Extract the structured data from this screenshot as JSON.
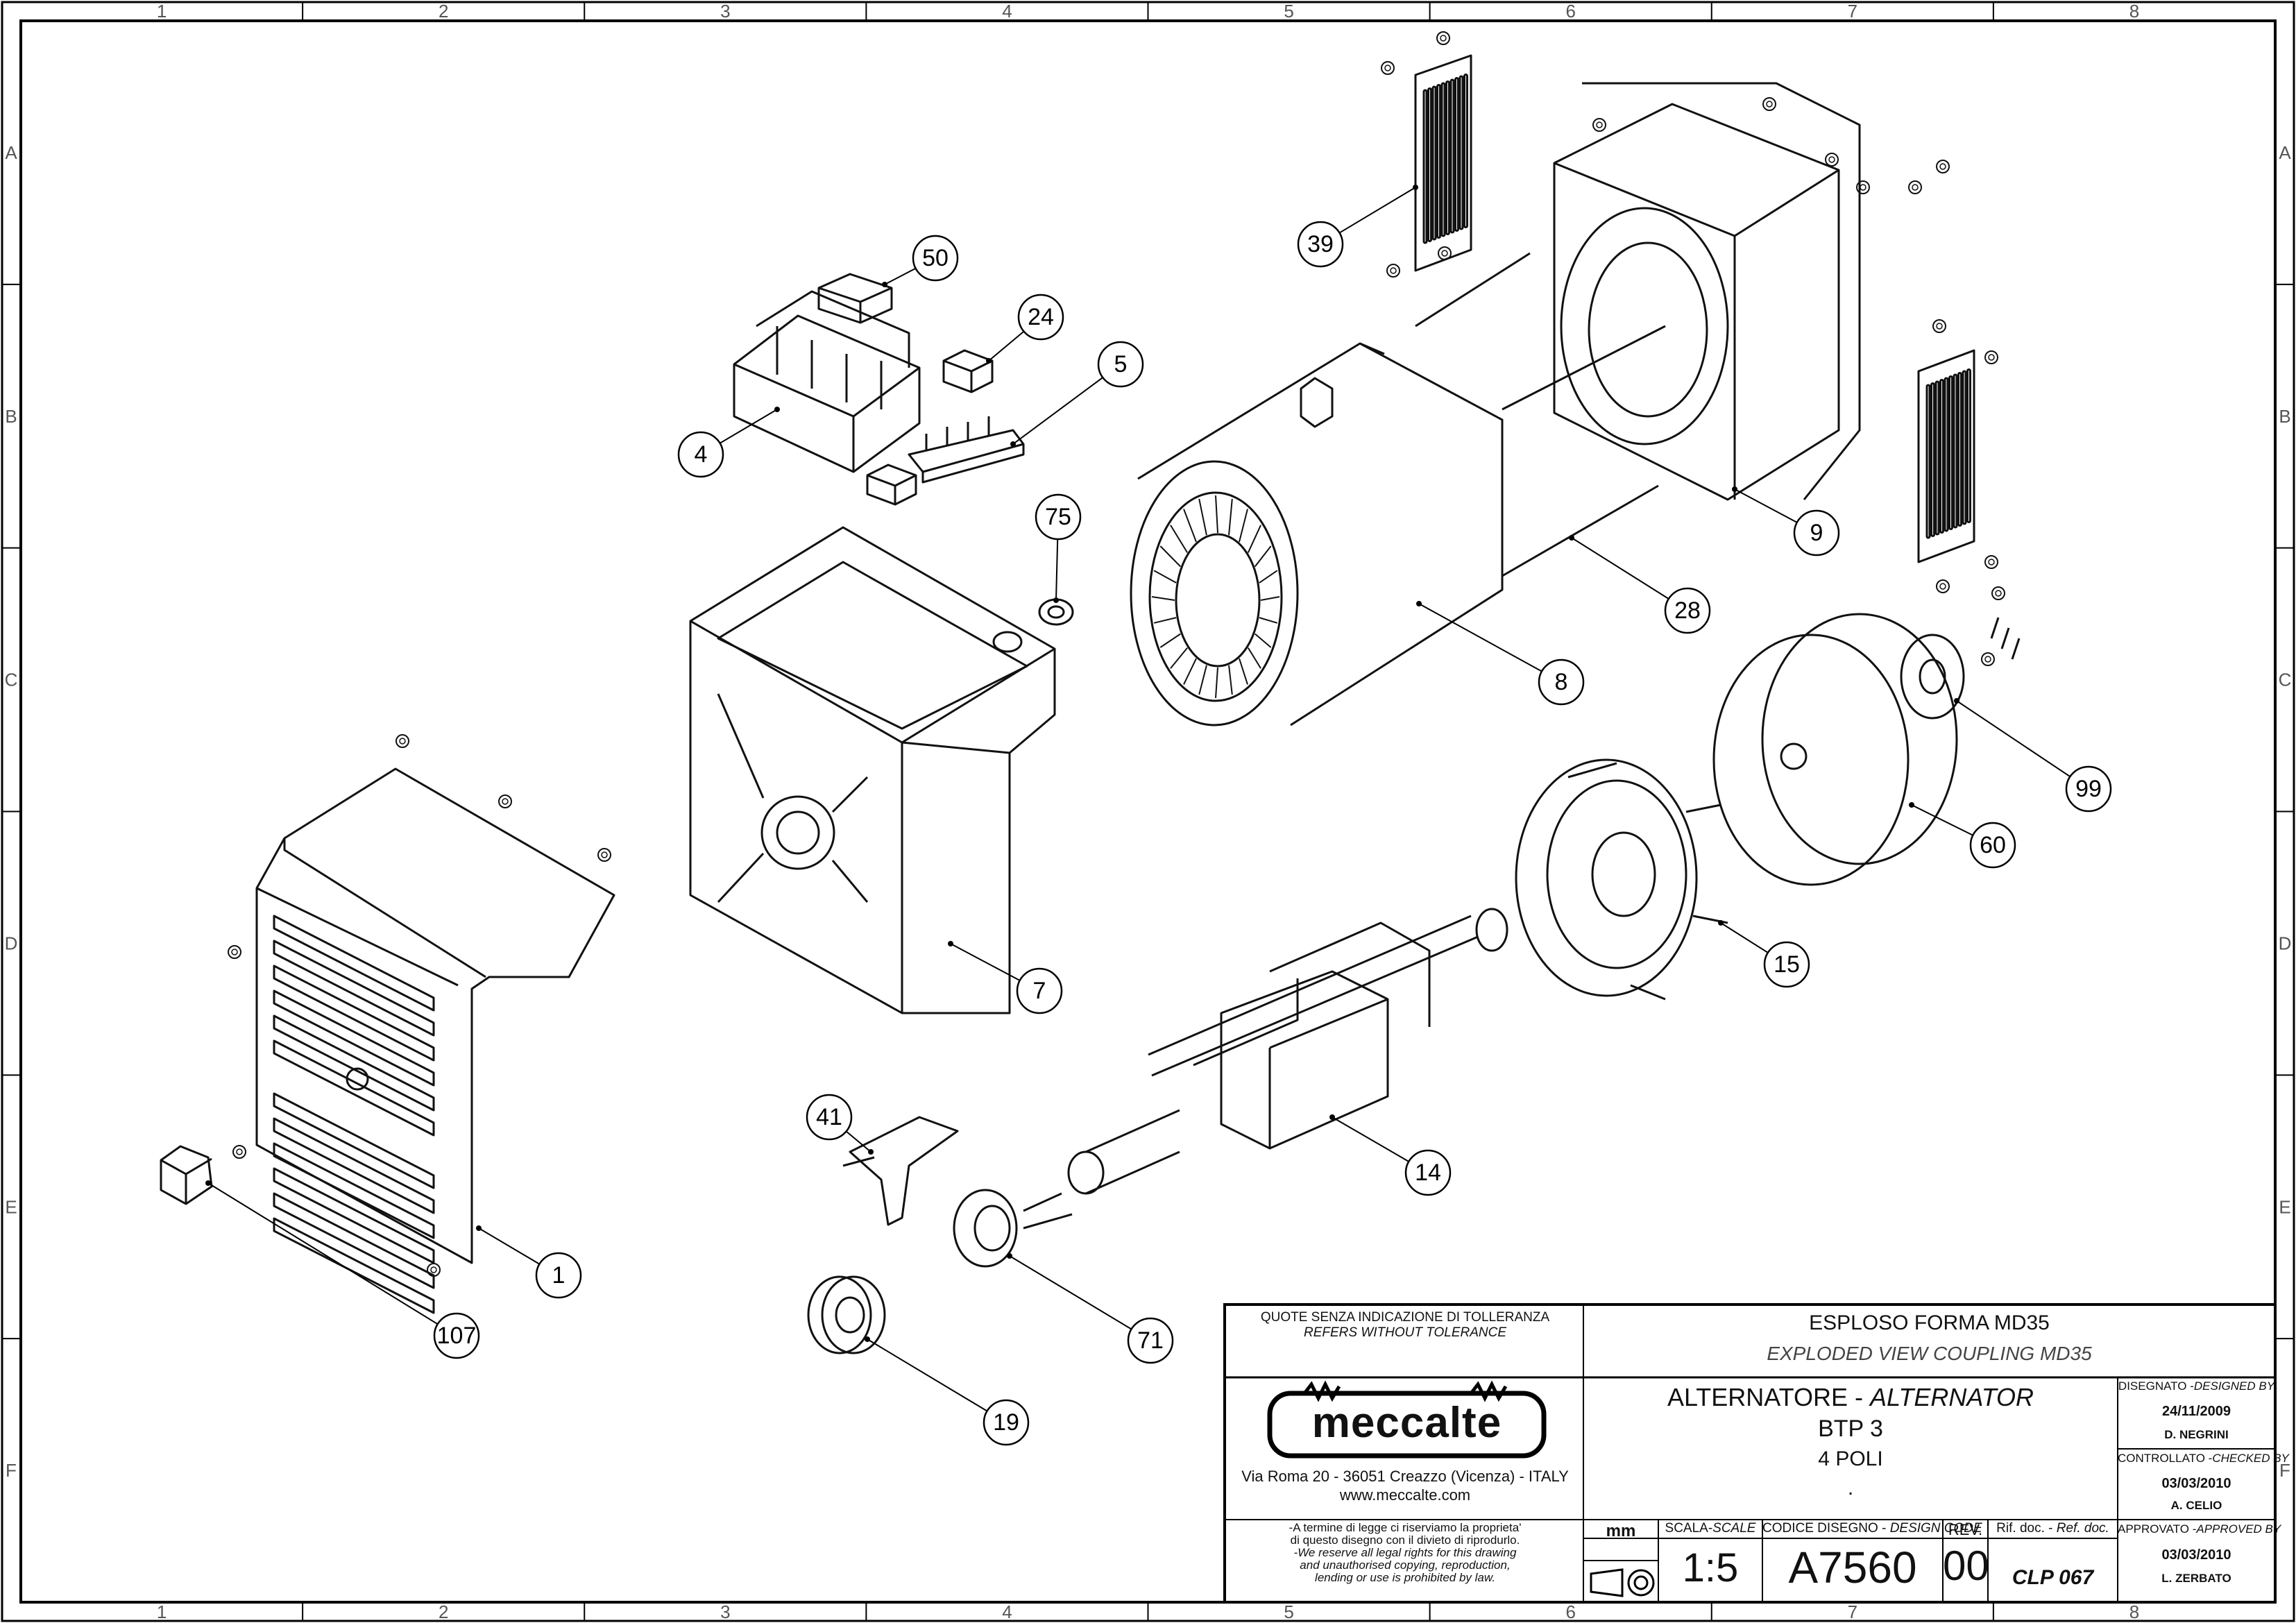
{
  "zones": {
    "columns": [
      "1",
      "2",
      "3",
      "4",
      "5",
      "6",
      "7",
      "8"
    ],
    "rows": [
      "A",
      "B",
      "C",
      "D",
      "E",
      "F"
    ]
  },
  "callouts": [
    "1",
    "4",
    "5",
    "7",
    "8",
    "9",
    "14",
    "15",
    "19",
    "24",
    "28",
    "39",
    "41",
    "50",
    "60",
    "71",
    "75",
    "99",
    "107"
  ],
  "title_block": {
    "tolerance_it": "QUOTE SENZA INDICAZIONE DI TOLLERANZA",
    "tolerance_en": "REFERS WITHOUT TOLERANCE",
    "title_it": "ESPLOSO FORMA MD35",
    "title_en": "EXPLODED VIEW COUPLING MD35",
    "logo_text": "meccalte",
    "address": "Via Roma 20 - 36051 Creazzo (Vicenza) - ITALY",
    "website": "www.meccalte.com",
    "product_it": "ALTERNATORE -",
    "product_en": "ALTERNATOR",
    "model": "BTP 3",
    "poles": "4 POLI",
    "extra": ".",
    "legal_1": "-A termine di legge ci riserviamo la proprieta'",
    "legal_2": "di questo disegno con il divieto di riprodurlo.",
    "legal_3": "-We reserve all legal rights for this drawing",
    "legal_4": "and unauthorised copying, reproduction,",
    "legal_5": "lending or use is prohibited by law.",
    "units": "mm",
    "scale_label_it": "SCALA-",
    "scale_label_en": "SCALE",
    "scale": "1:5",
    "code_label_it": "CODICE DISEGNO -",
    "code_label_en": "DESIGN CODE",
    "design_code": "A7560",
    "rev_label": "REV.",
    "rev": "00",
    "ref_label_it": "Rif. doc. -",
    "ref_label_en": "Ref. doc.",
    "ref_doc": "CLP 067",
    "designed_label_it": "DISEGNATO -",
    "designed_label_en": "DESIGNED BY",
    "designed_date": "24/11/2009",
    "designed_name": "D. NEGRINI",
    "checked_label_it": "CONTROLLATO -",
    "checked_label_en": "CHECKED BY",
    "checked_date": "03/03/2010",
    "checked_name": "A. CELIO",
    "approved_label_it": "APPROVATO -",
    "approved_label_en": "APPROVED BY",
    "approved_date": "03/03/2010",
    "approved_name": "L. ZERBATO"
  }
}
